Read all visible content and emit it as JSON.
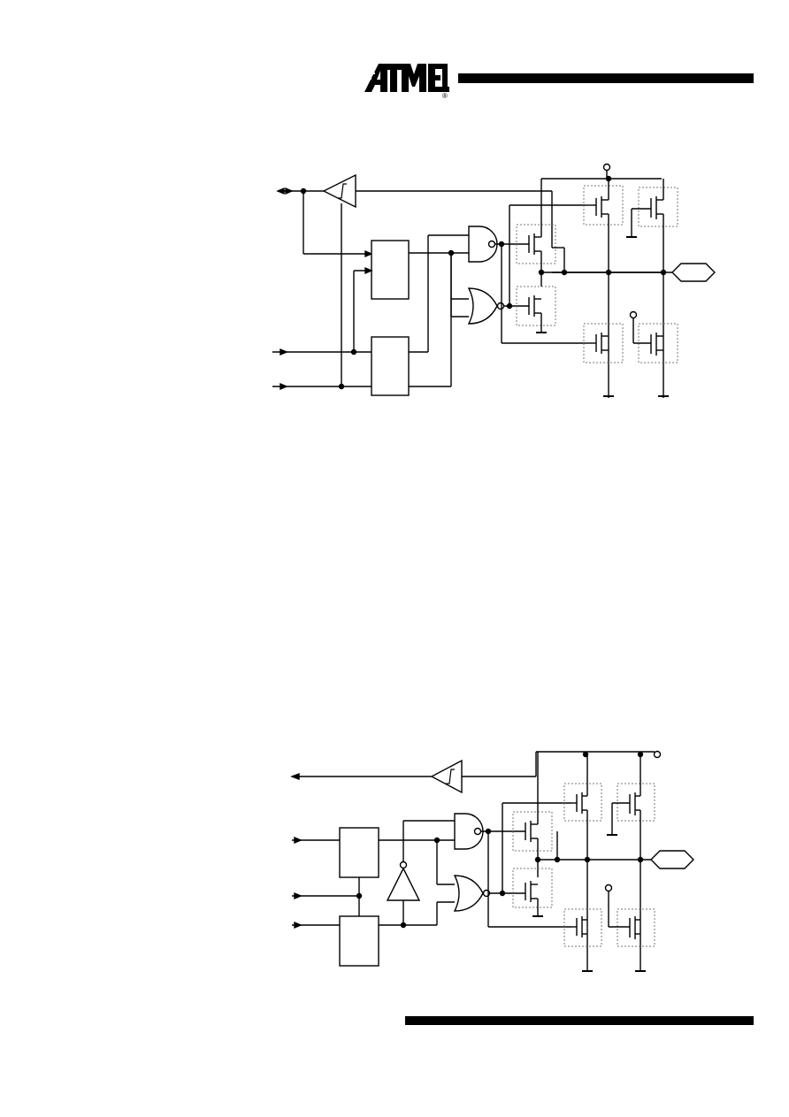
{
  "header": {
    "brand": "ATMEL",
    "registered_mark": "®"
  },
  "colors": {
    "ink": "#000000",
    "page": "#ffffff",
    "dashed_box": "#777777"
  },
  "figures": [
    {
      "kind": "io-pin-circuit-with-pullup"
    },
    {
      "kind": "io-pin-circuit-with-inverter"
    }
  ]
}
